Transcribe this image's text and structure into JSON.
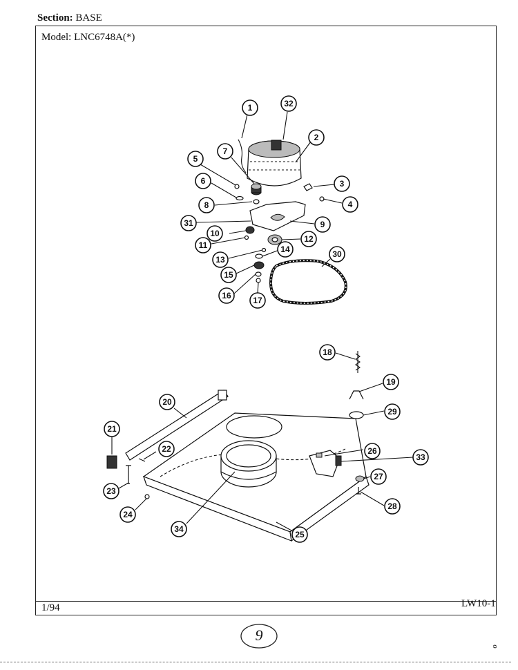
{
  "header": {
    "section_label": "Section:",
    "section_value": "BASE",
    "model_label": "Model:",
    "model_value": "LNC6748A(*)"
  },
  "footer": {
    "date_code": "1/94",
    "page_code": "LW10-1"
  },
  "handwritten_page_number": "9",
  "corner_mark": "ℴ",
  "callouts": [
    "1",
    "2",
    "3",
    "4",
    "5",
    "6",
    "7",
    "8",
    "9",
    "10",
    "11",
    "12",
    "13",
    "14",
    "15",
    "16",
    "17",
    "18",
    "19",
    "20",
    "21",
    "22",
    "23",
    "24",
    "25",
    "26",
    "27",
    "28",
    "29",
    "30",
    "31",
    "32",
    "33",
    "34"
  ]
}
